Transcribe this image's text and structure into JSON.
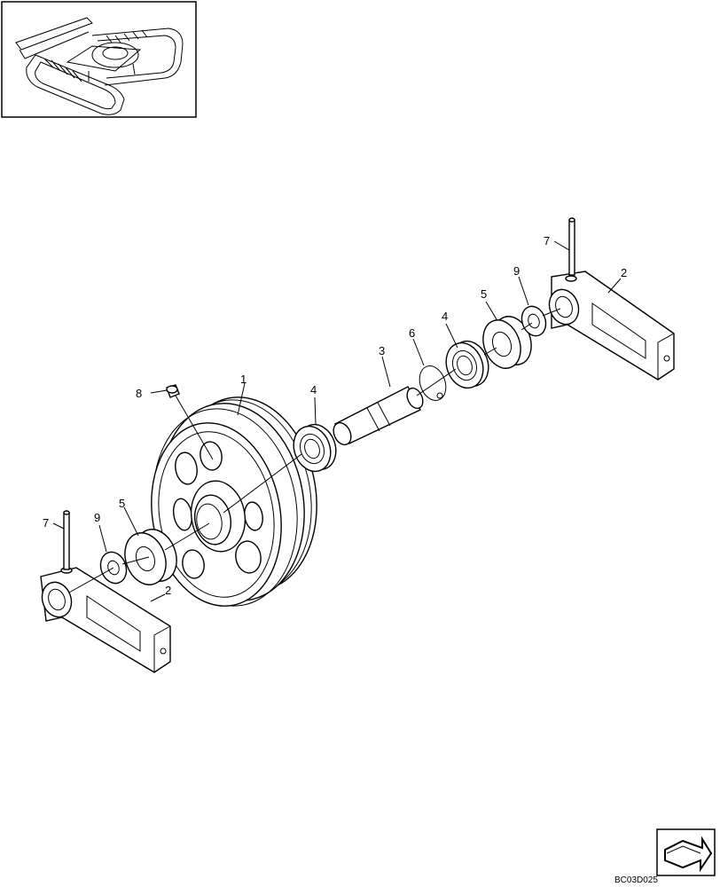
{
  "callouts": [
    {
      "id": "label-1",
      "text": "1"
    },
    {
      "id": "label-2-right",
      "text": "2"
    },
    {
      "id": "label-2-left",
      "text": "2"
    },
    {
      "id": "label-3",
      "text": "3"
    },
    {
      "id": "label-4-left",
      "text": "4"
    },
    {
      "id": "label-4-right",
      "text": "4"
    },
    {
      "id": "label-5-left",
      "text": "5"
    },
    {
      "id": "label-5-right",
      "text": "5"
    },
    {
      "id": "label-6",
      "text": "6"
    },
    {
      "id": "label-7-left",
      "text": "7"
    },
    {
      "id": "label-7-right",
      "text": "7"
    },
    {
      "id": "label-8",
      "text": "8"
    },
    {
      "id": "label-9-left",
      "text": "9"
    },
    {
      "id": "label-9-right",
      "text": "9"
    }
  ],
  "drawing_code": "BC03D025",
  "icons": {
    "thumbnail": "machine-thumbnail-icon",
    "nav_arrow": "navigation-arrow-icon"
  }
}
